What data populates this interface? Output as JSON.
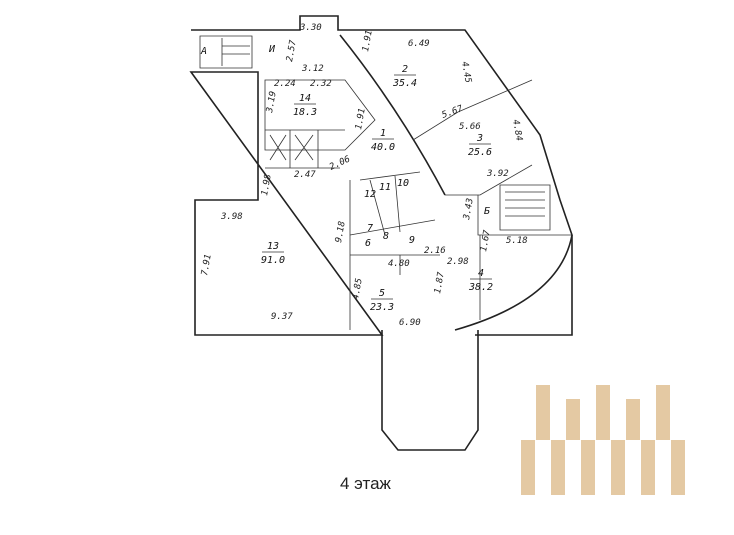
{
  "floor_label": "4 этаж",
  "logo_color": "#e4c9a3",
  "stairs": [
    {
      "label": "А"
    },
    {
      "label": "Б"
    },
    {
      "label": "И"
    }
  ],
  "rooms": [
    {
      "number": "1",
      "area": "40.0"
    },
    {
      "number": "2",
      "area": "35.4"
    },
    {
      "number": "3",
      "area": "25.6"
    },
    {
      "number": "4",
      "area": "38.2"
    },
    {
      "number": "5",
      "area": "23.3"
    },
    {
      "number": "13",
      "area": "91.0"
    },
    {
      "number": "14",
      "area": "18.3"
    }
  ],
  "small_rooms": [
    "6",
    "7",
    "8",
    "9",
    "10",
    "11",
    "12"
  ],
  "dimensions": [
    "3.30",
    "1.91",
    "6.49",
    "4.45",
    "2.57",
    "3.12",
    "2.24",
    "2.32",
    "3.19",
    "1.91",
    "5.67",
    "5.66",
    "4.84",
    "2.47",
    "2.06",
    "3.92",
    "1.98",
    "3.98",
    "9.18",
    "3.43",
    "2.16",
    "1.67",
    "5.18",
    "7.91",
    "4.80",
    "2.98",
    "1.87",
    "4.85",
    "9.37",
    "6.90"
  ]
}
